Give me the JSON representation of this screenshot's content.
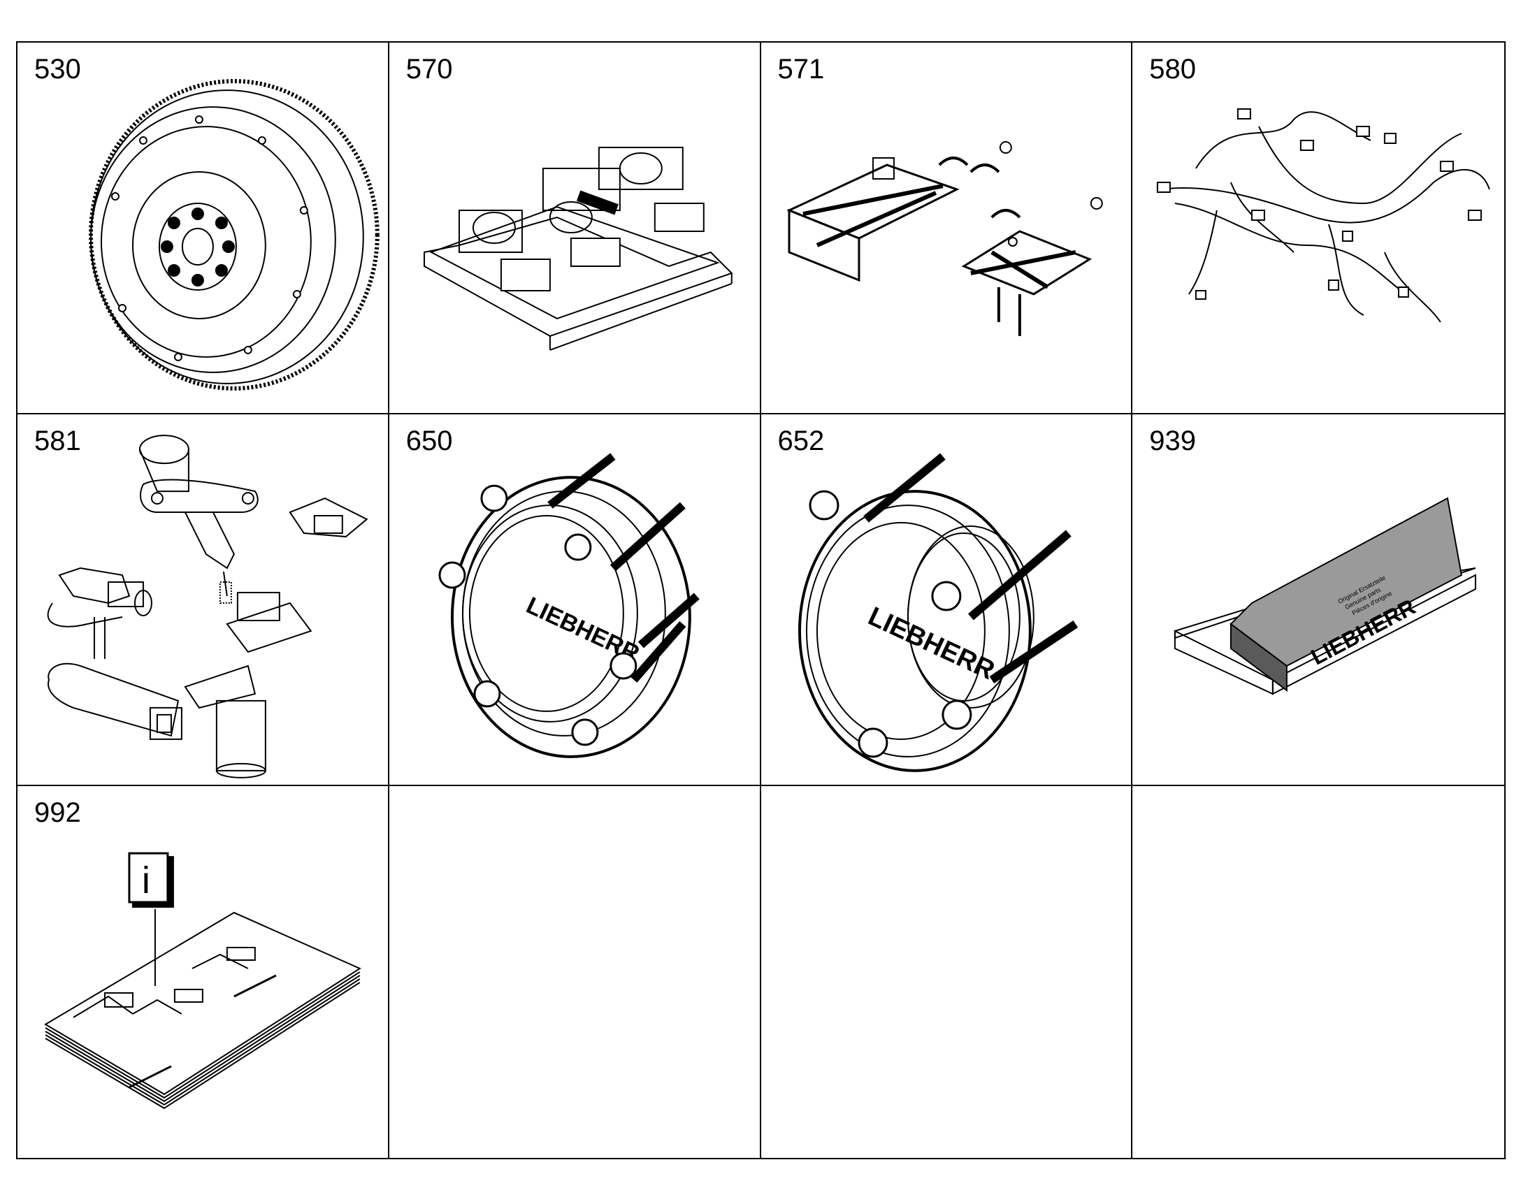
{
  "cells": [
    {
      "number": "530",
      "part": "flywheel-icon"
    },
    {
      "number": "570",
      "part": "control-unit-icon"
    },
    {
      "number": "571",
      "part": "mounting-bracket-icon"
    },
    {
      "number": "580",
      "part": "wiring-harness-icon"
    },
    {
      "number": "581",
      "part": "sensors-icon"
    },
    {
      "number": "650",
      "part": "hub-flange-icon",
      "brand": "LIEBHERR"
    },
    {
      "number": "652",
      "part": "hub-flange-icon",
      "brand": "LIEBHERR"
    },
    {
      "number": "939",
      "part": "parts-kit-box-icon",
      "brand": "LIEBHERR",
      "box_text": [
        "Original Ersatzteile",
        "Genuine parts",
        "Pièces d'origine"
      ]
    },
    {
      "number": "992",
      "part": "documentation-icon",
      "info_symbol": "i"
    },
    {
      "number": ""
    },
    {
      "number": ""
    },
    {
      "number": ""
    }
  ]
}
